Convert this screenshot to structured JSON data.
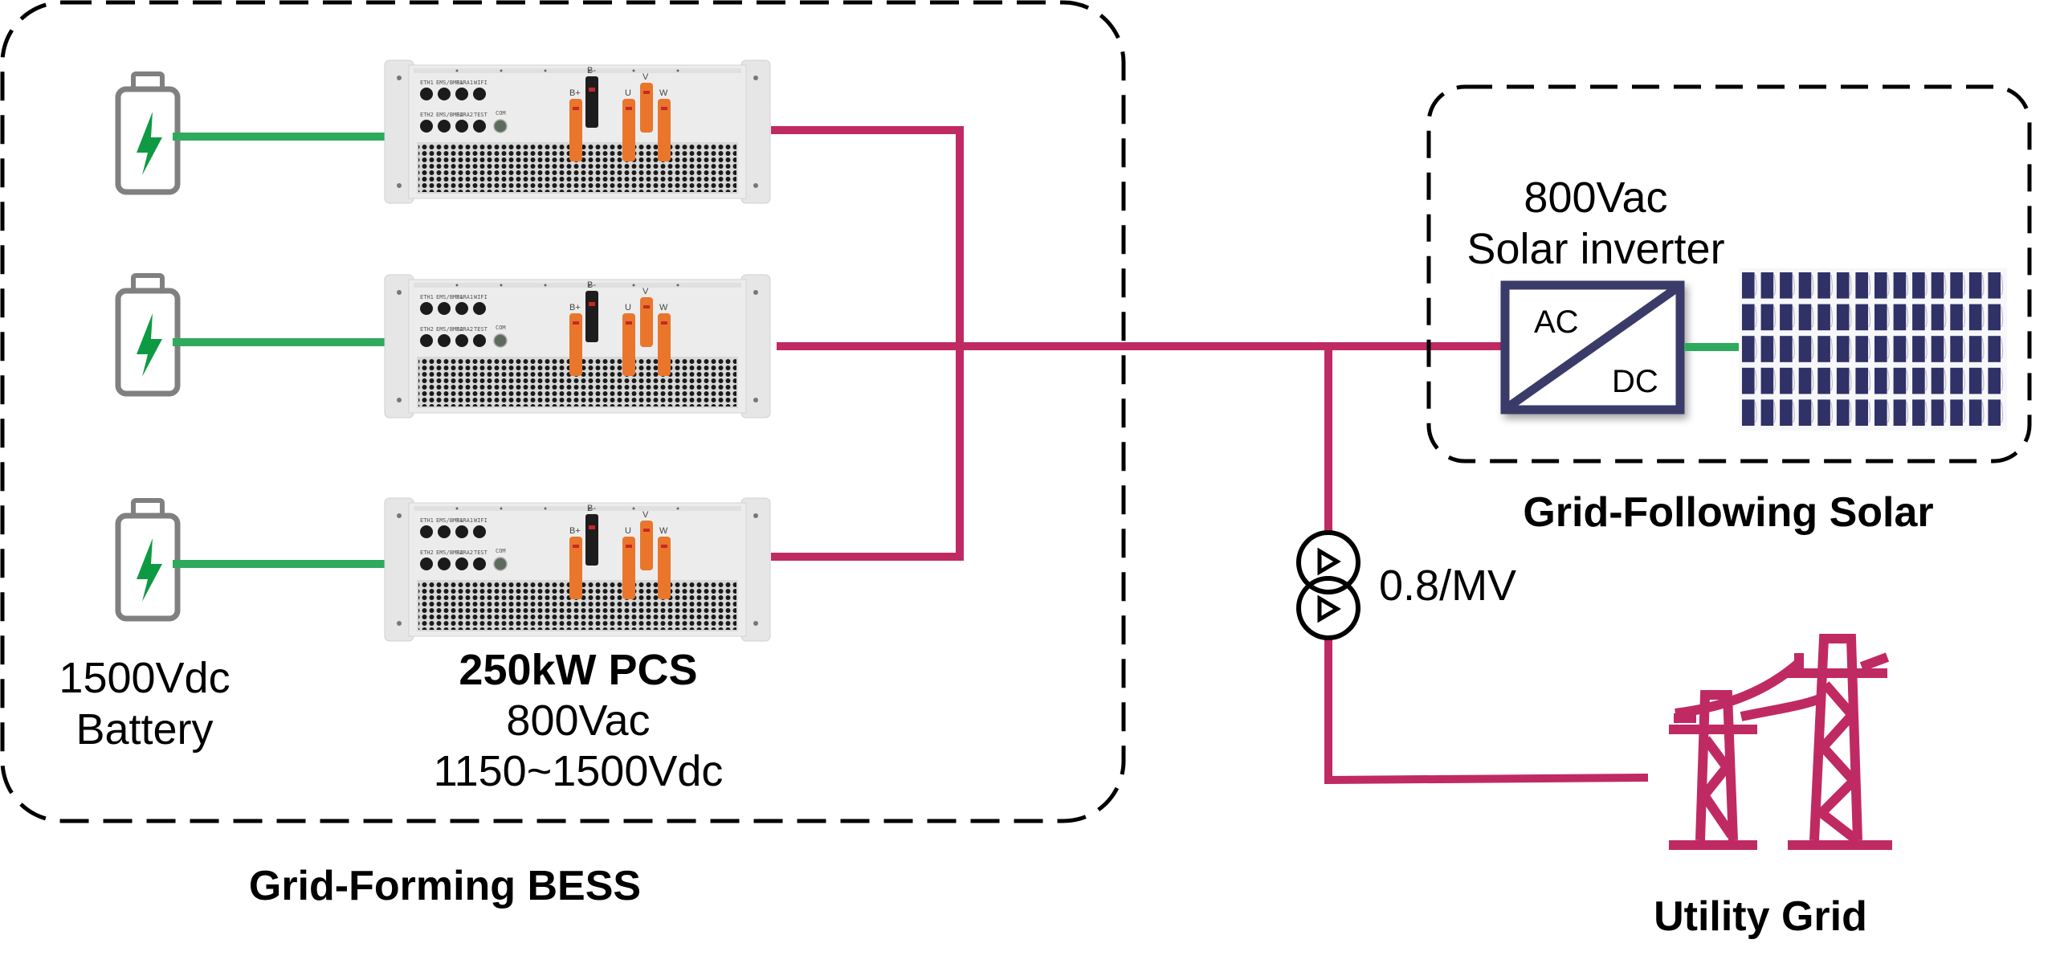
{
  "diagram": {
    "title": "Grid-Forming BESS with Grid-Following Solar single-line diagram",
    "colors": {
      "ac_line": "#C02A63",
      "dc_line": "#2EAA5C",
      "battery_outline": "#808080",
      "battery_bolt": "#0E9A43",
      "converter_outline": "#3B3B6B",
      "solar_cell": "#2F3167",
      "tower": "#C02A63",
      "dashed_border": "#000000"
    }
  },
  "bess_group": {
    "label": "Grid-Forming BESS",
    "battery": {
      "icon": "battery-charging-icon",
      "count": 3,
      "label_line1": "1500Vdc",
      "label_line2": "Battery"
    },
    "pcs": {
      "count": 3,
      "label_title": "250kW PCS",
      "label_ac": "800Vac",
      "label_dc": "1150~1500Vdc",
      "port_labels_row1": [
        "ETH1",
        "EMS/BMS1",
        "PARA1",
        "WIFI"
      ],
      "port_labels_row2": [
        "ETH2",
        "EMS/BMS2",
        "PARA2",
        "TEST"
      ],
      "com_label": "COM",
      "terminal_labels": {
        "b_plus": "B+",
        "b_minus": "B-",
        "u": "U",
        "v": "V",
        "w": "W"
      }
    }
  },
  "solar_group": {
    "label": "Grid-Following Solar",
    "inverter": {
      "label_line1": "800Vac",
      "label_line2": "Solar inverter",
      "ac_label": "AC",
      "dc_label": "DC",
      "icon": "ac-dc-converter-icon"
    },
    "panel": {
      "icon": "solar-panel-icon",
      "rows": 5,
      "columns": 14
    }
  },
  "transformer": {
    "icon": "transformer-icon",
    "label": "0.8/MV"
  },
  "utility": {
    "icon": "transmission-tower-icon",
    "label": "Utility Grid"
  }
}
